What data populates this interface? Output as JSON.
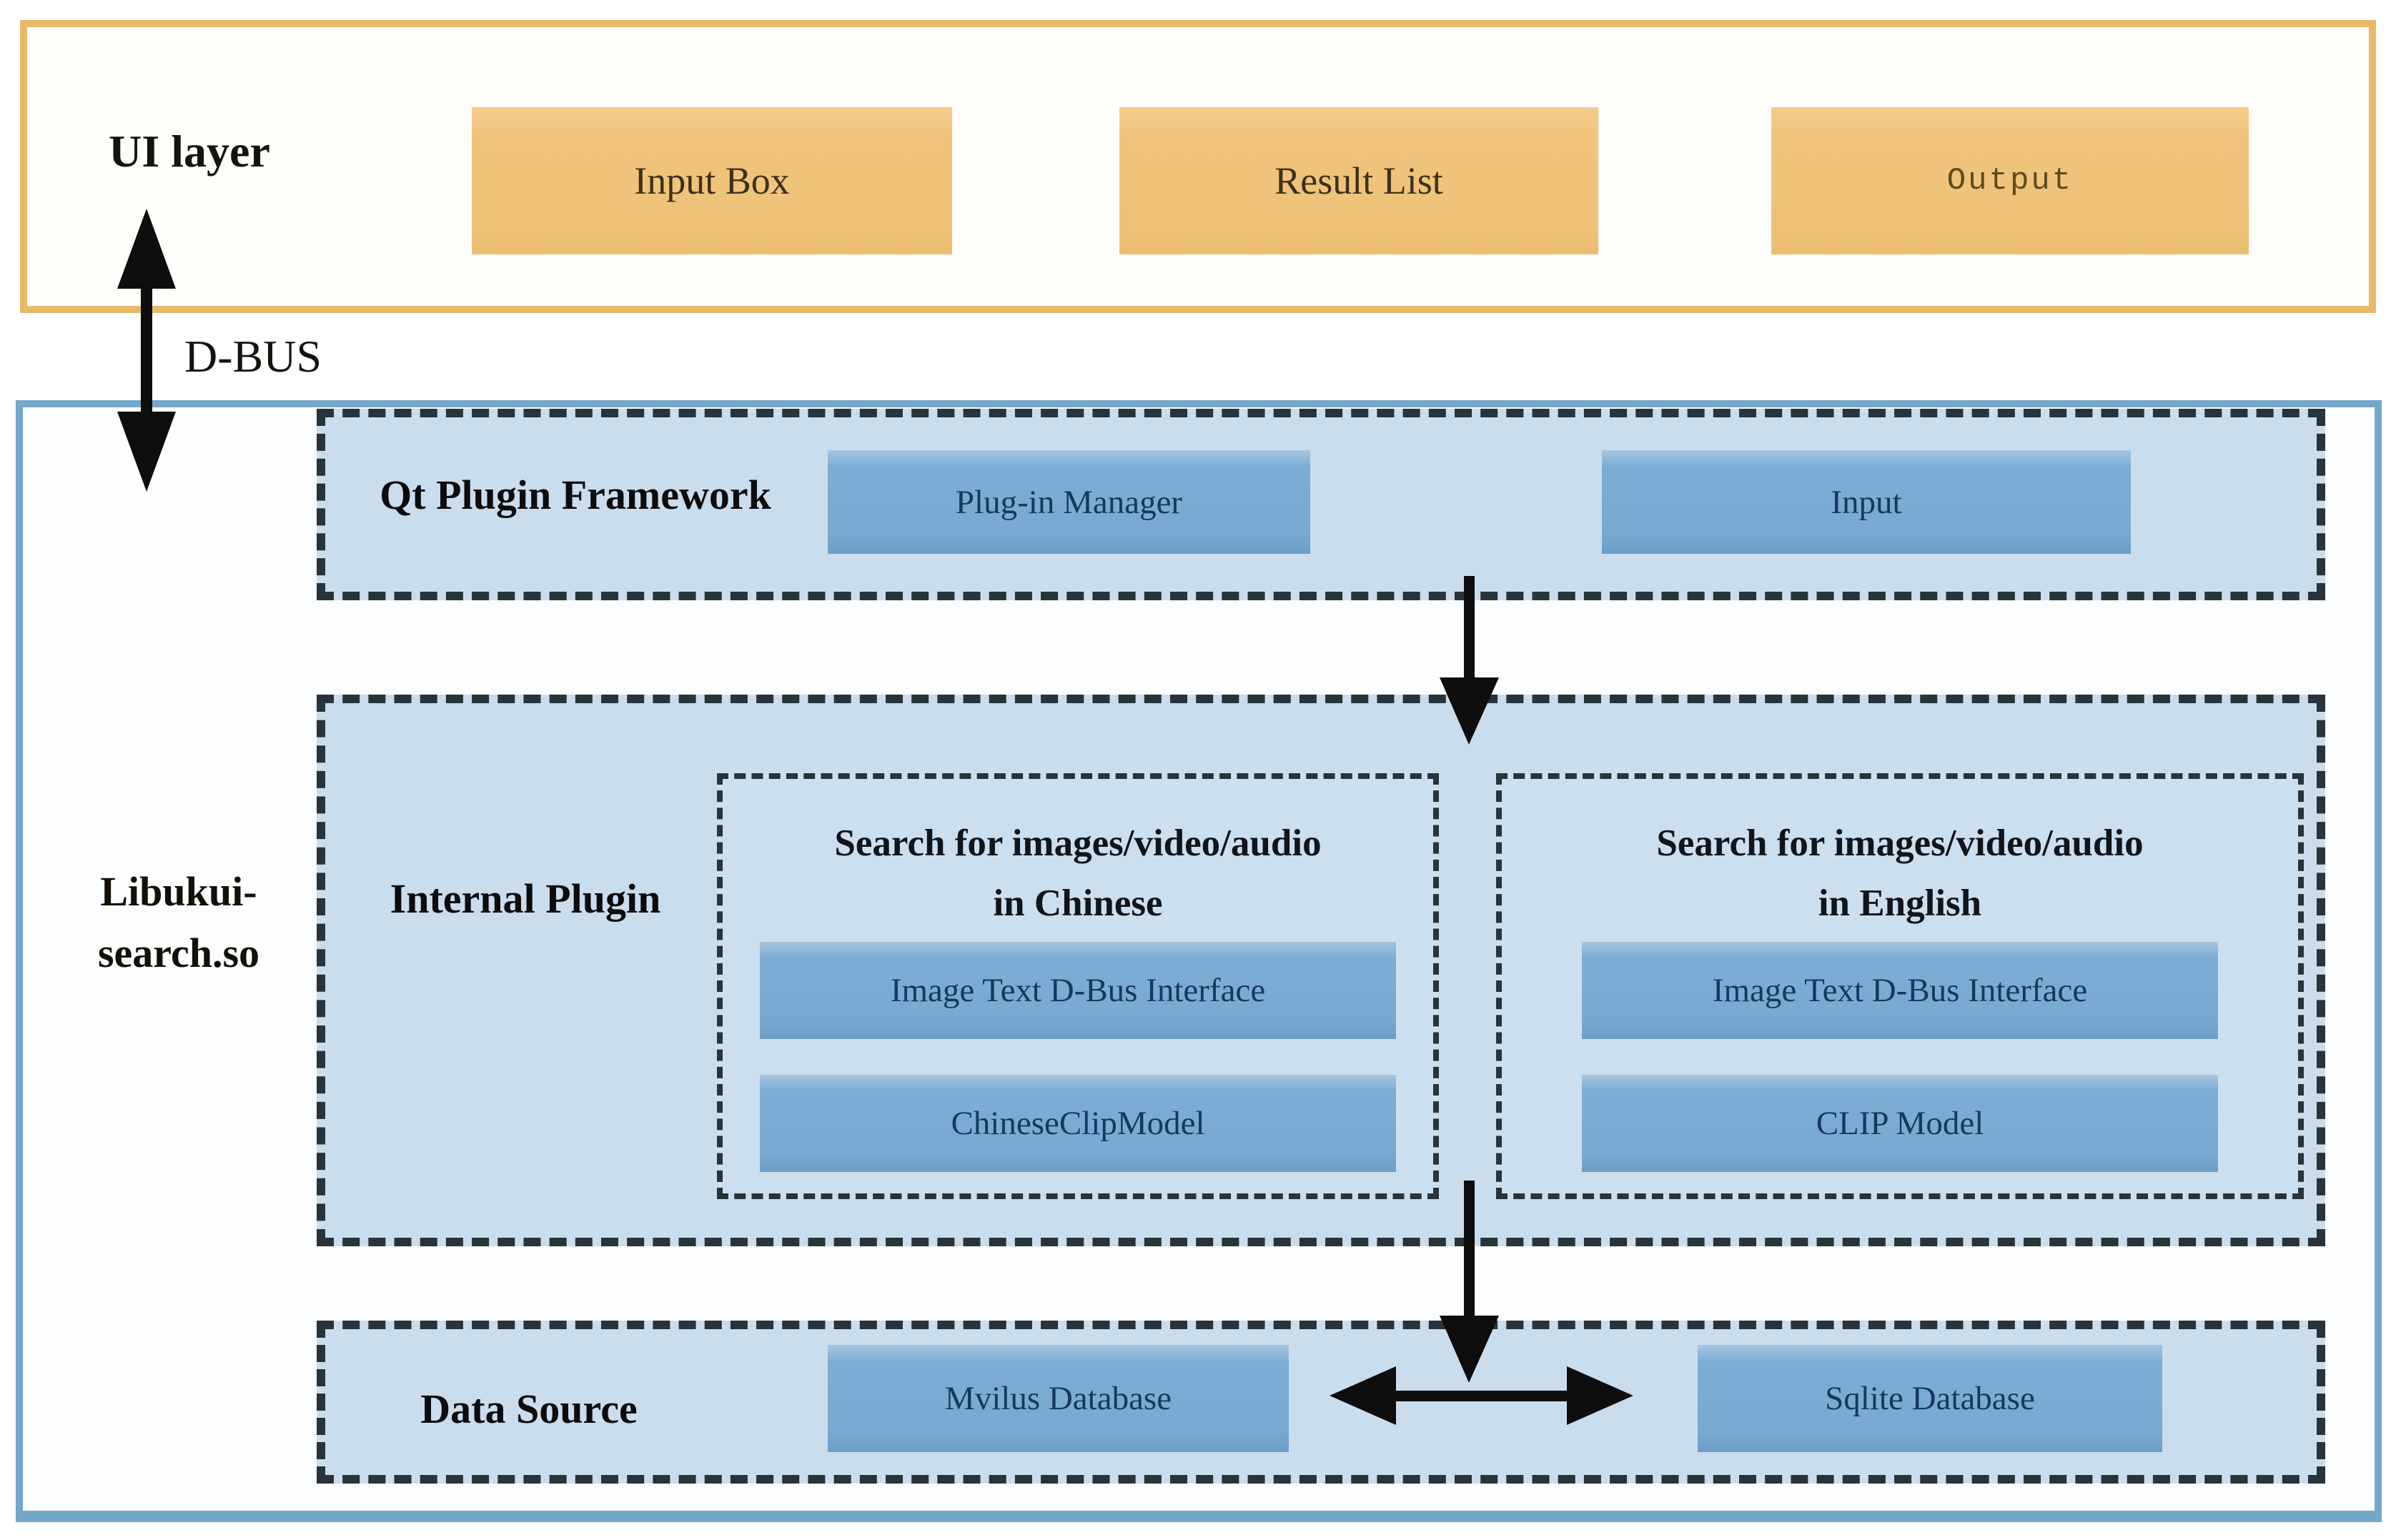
{
  "ui_layer": {
    "label": "UI layer",
    "boxes": [
      "Input Box",
      "Result List",
      "Output"
    ]
  },
  "dbus": {
    "label": "D-BUS"
  },
  "library": {
    "label_line1": "Libukui-",
    "label_line2": "search.so",
    "qt_framework": {
      "label": "Qt Plugin Framework",
      "boxes": [
        "Plug-in Manager",
        "Input"
      ]
    },
    "internal_plugin": {
      "label": "Internal Plugin",
      "chinese": {
        "title_line1": "Search for images/video/audio",
        "title_line2": "in Chinese",
        "boxes": [
          "Image Text D-Bus Interface",
          "ChineseClipModel"
        ]
      },
      "english": {
        "title_line1": "Search for images/video/audio",
        "title_line2": "in English",
        "boxes": [
          "Image Text D-Bus Interface",
          "CLIP Model"
        ]
      }
    },
    "data_source": {
      "label": "Data Source",
      "boxes": [
        "Mvilus Database",
        "Sqlite Database"
      ]
    }
  },
  "colors": {
    "orange_fill": "#efc278",
    "orange_border": "#e8ba67",
    "light_blue_fill": "#cadded",
    "medium_blue_fill": "#78a9d1",
    "outer_blue_border": "#74a7c9",
    "dash_border": "#28333a",
    "navy_text": "#15395e",
    "arrow": "#0d0d0d"
  }
}
